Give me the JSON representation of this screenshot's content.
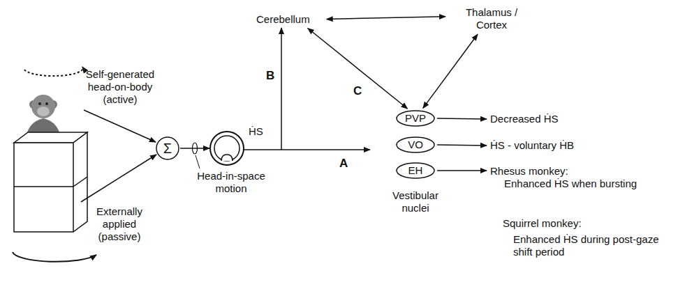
{
  "diagram": {
    "nodes": [
      {
        "text": [
          "Cerebellum"
        ]
      },
      {
        "text": [
          "Thalamus / Cortex"
        ]
      },
      {
        "text": [
          "Σ"
        ]
      },
      {
        "text": [
          "PVP"
        ]
      },
      {
        "text": [
          "VO"
        ]
      },
      {
        "text": [
          "EH"
        ]
      },
      {
        "text": [
          "Decreased ḢS"
        ]
      },
      {
        "text": [
          "ḢS - voluntary ḢB"
        ]
      },
      {
        "text": [
          "Rhesus monkey:",
          "Enhanced ḢS when bursting"
        ]
      }
    ],
    "edges": [
      {
        "from": 0,
        "to": 1,
        "arrow": "both"
      },
      {
        "from": 0,
        "to": 3,
        "arrow": "both"
      },
      {
        "from": 1,
        "to": 3,
        "arrow": "both"
      },
      {
        "from": 3,
        "to": 6,
        "arrow": "to"
      },
      {
        "from": 4,
        "to": 7,
        "arrow": "to"
      },
      {
        "from": 5,
        "to": 8,
        "arrow": "to"
      }
    ],
    "labels": [
      "Self-generated head-on-body (active)",
      "Externally applied (passive)",
      "Head-in-space motion",
      "ḢS",
      "A",
      "B",
      "C",
      "Vestibular nuclei",
      "Squirrel monkey:",
      "Enhanced ḢS during post-gaze shift period"
    ]
  }
}
